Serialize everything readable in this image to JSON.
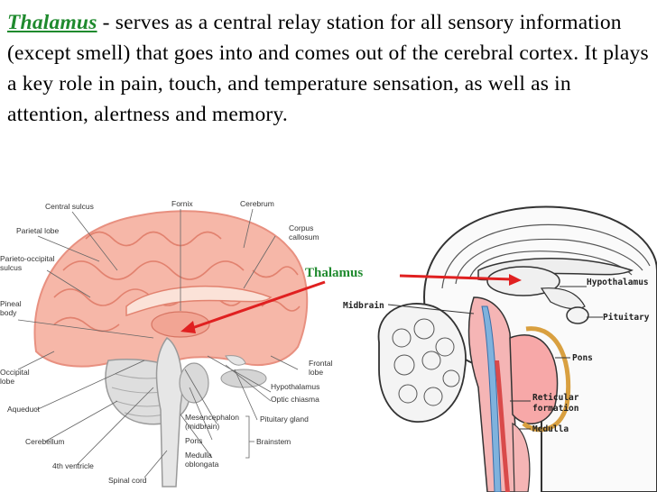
{
  "intro": {
    "term": "Thalamus",
    "text": " - serves as a central relay station for all sensory information (except smell) that goes into and comes out of the cerebral cortex. It plays a key role in pain, touch, and temperature sensation, as well as in attention, alertness and memory."
  },
  "left_labels": {
    "central_sulcus": "Central sulcus",
    "fornix": "Fornix",
    "cerebrum": "Cerebrum",
    "parietal_lobe": "Parietal lobe",
    "corpus_callosum_1": "Corpus",
    "corpus_callosum_2": "callosum",
    "parieto_occipital_1": "Parieto-occipital",
    "parieto_occipital_2": "sulcus",
    "pineal_1": "Pineal",
    "pineal_2": "body",
    "occipital_1": "Occipital",
    "occipital_2": "lobe",
    "frontal_1": "Frontal",
    "frontal_2": "lobe",
    "aqueduct": "Aqueduct",
    "hypothalamus": "Hypothalamus",
    "optic_chiasma": "Optic chiasma",
    "mesencephalon_1": "Mesencephalon",
    "mesencephalon_2": "(midbrain)",
    "pituitary_gland": "Pituitary gland",
    "pons": "Pons",
    "brainstem": "Brainstem",
    "cerebellum": "Cerebellum",
    "medulla_1": "Medulla",
    "medulla_2": "oblongata",
    "fourth_ventricle": "4th ventricle",
    "spinal_cord": "Spinal cord"
  },
  "thalamus_callout": "Thalamus",
  "right_labels": {
    "midbrain": "Midbrain",
    "hypothalamus": "Hypothalamus",
    "pituitary": "Pituitary",
    "pons": "Pons",
    "reticular_1": "Reticular",
    "reticular_2": "formation",
    "medulla": "Medulla"
  },
  "colors": {
    "term": "#1f8a2e",
    "arrow": "#e02020",
    "brain_fill": "#f6b7a8",
    "brain_line": "#e89080"
  }
}
